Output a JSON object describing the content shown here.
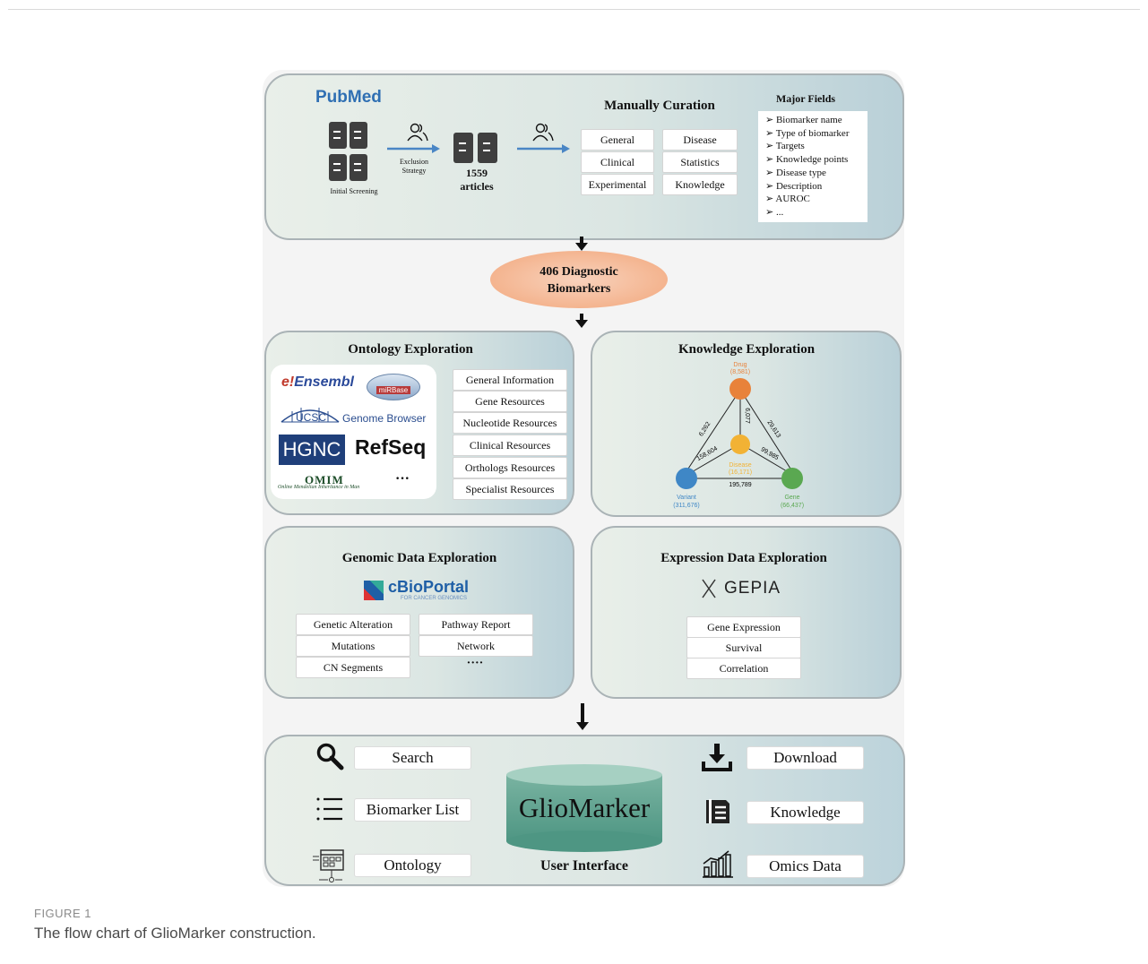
{
  "top": {
    "pubmed_logo": "PubMed",
    "initial_screening": "Initial Screening",
    "exclusion_strategy": "Exclusion Strategy",
    "articles_count": "1559",
    "articles_label": "articles",
    "curation_title": "Manually Curation",
    "curation_buttons": [
      "General",
      "Disease",
      "Clinical",
      "Statistics",
      "Experimental",
      "Knowledge"
    ],
    "major_fields_title": "Major Fields",
    "major_fields": [
      "Biomarker name",
      "Type of biomarker",
      "Targets",
      "Knowledge points",
      "Disease type",
      "Description",
      "AUROC",
      "..."
    ]
  },
  "biomarkers": {
    "line1": "406 Diagnostic",
    "line2": "Biomarkers"
  },
  "ontology": {
    "title": "Ontology Exploration",
    "logos": {
      "ensembl": "Ensembl",
      "mirbase": "miRBase",
      "ucsc": "UCSC",
      "genome_browser": "Genome Browser",
      "hgnc": "HGNC",
      "refseq": "RefSeq",
      "omim": "OMIM",
      "omim_sub": "Online Mendelian Inheritance in Man",
      "more": "···"
    },
    "resources": [
      "General Information",
      "Gene Resources",
      "Nucleotide Resources",
      "Clinical Resources",
      "Orthologs Resources",
      "Specialist Resources"
    ]
  },
  "knowledge": {
    "title": "Knowledge Exploration",
    "nodes": {
      "drug": {
        "name": "Drug",
        "count": "(8,581)",
        "color": "#e8823a"
      },
      "disease": {
        "name": "Disease",
        "count": "(16,171)",
        "color": "#f2b234"
      },
      "variant": {
        "name": "Variant",
        "count": "(311,676)",
        "color": "#3f87c6"
      },
      "gene": {
        "name": "Gene",
        "count": "(66,437)",
        "color": "#5aa851"
      }
    },
    "edges": {
      "drug_variant": "6,262",
      "drug_disease": "6,077",
      "drug_gene": "29,613",
      "variant_disease": "158,604",
      "disease_gene": "99,985",
      "variant_gene": "195,789"
    }
  },
  "genomic": {
    "title": "Genomic Data Exploration",
    "logo": "cBioPortal",
    "logo_sub": "FOR CANCER GENOMICS",
    "buttons": [
      "Genetic Alteration",
      "Pathway Report",
      "Mutations",
      "Network",
      "CN Segments",
      "····"
    ]
  },
  "expression": {
    "title": "Expression Data Exploration",
    "logo": "GEPIA",
    "buttons": [
      "Gene Expression",
      "Survival",
      "Correlation"
    ]
  },
  "ui": {
    "center_title": "GlioMarker",
    "subtitle": "User Interface",
    "left": [
      "Search",
      "Biomarker List",
      "Ontology"
    ],
    "right": [
      "Download",
      "Knowledge",
      "Omics Data"
    ]
  },
  "caption": {
    "label": "FIGURE 1",
    "text": "The flow chart of GlioMarker construction."
  }
}
